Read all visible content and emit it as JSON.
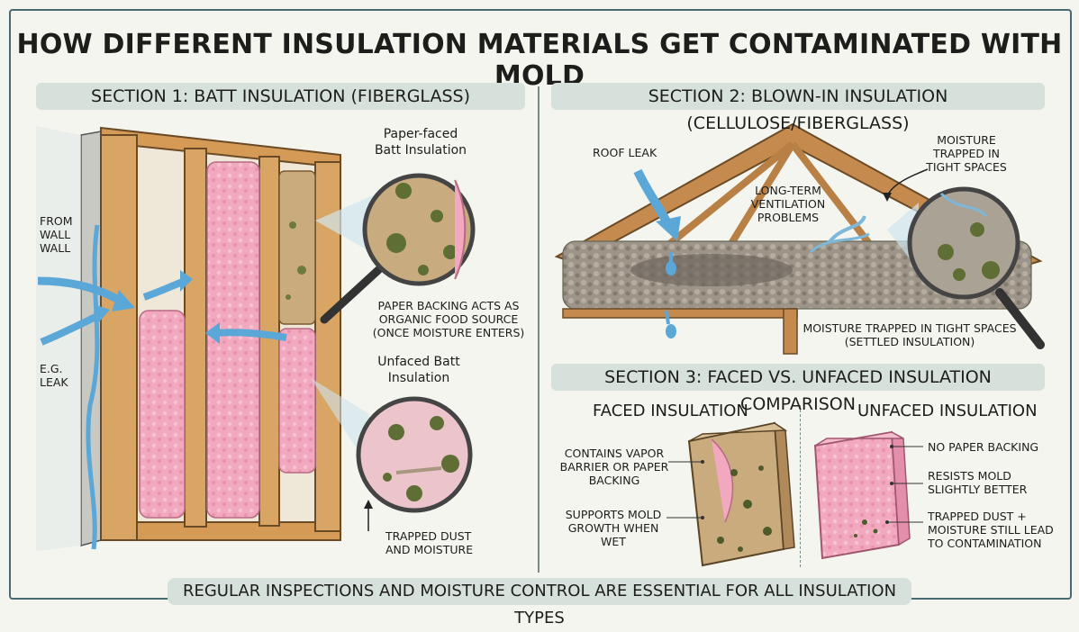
{
  "title": "HOW DIFFERENT INSULATION MATERIALS GET CONTAMINATED WITH MOLD",
  "section1": {
    "heading": "SECTION 1: BATT INSULATION (FIBERGLASS)",
    "labels": {
      "from_wall": "FROM\nWALL\nWALL",
      "eg_leak": "E.G.\nLEAK",
      "paper_faced": "Paper-faced\nBatt Insulation",
      "paper_backing": "PAPER BACKING ACTS AS\nORGANIC FOOD SOURCE\n(ONCE MOISTURE ENTERS)",
      "unfaced": "Unfaced Batt\nInsulation",
      "trapped_dust": "TRAPPED DUST\nAND MOISTURE"
    }
  },
  "section2": {
    "heading": "SECTION 2: BLOWN-IN INSULATION (CELLULOSE/FIBERGLASS)",
    "labels": {
      "roof_leak": "ROOF LEAK",
      "long_term": "LONG-TERM\nVENTILATION\nPROBLEMS",
      "moisture_trapped": "MOISTURE\nTRAPPED IN\nTIGHT SPACES",
      "settled": "MOISTURE TRAPPED IN TIGHT SPACES\n(SETTLED INSULATION)"
    }
  },
  "section3": {
    "heading": "SECTION 3: FACED VS. UNFACED INSULATION COMPARISON",
    "faced_title": "FACED INSULATION",
    "unfaced_title": "UNFACED INSULATION",
    "faced_labels": {
      "vapor": "CONTAINS VAPOR\nBARRIER OR PAPER\nBACKING",
      "supports": "SUPPORTS MOLD\nGROWTH WHEN WET"
    },
    "unfaced_labels": {
      "no_paper": "NO PAPER BACKING",
      "resists": "RESISTS MOLD\nSLIGHTLY BETTER",
      "trapped": "TRAPPED DUST +\nMOISTURE STILL LEAD\nTO CONTAMINATION"
    }
  },
  "footer": "REGULAR INSPECTIONS AND MOISTURE CONTROL ARE ESSENTIAL FOR ALL INSULATION TYPES"
}
